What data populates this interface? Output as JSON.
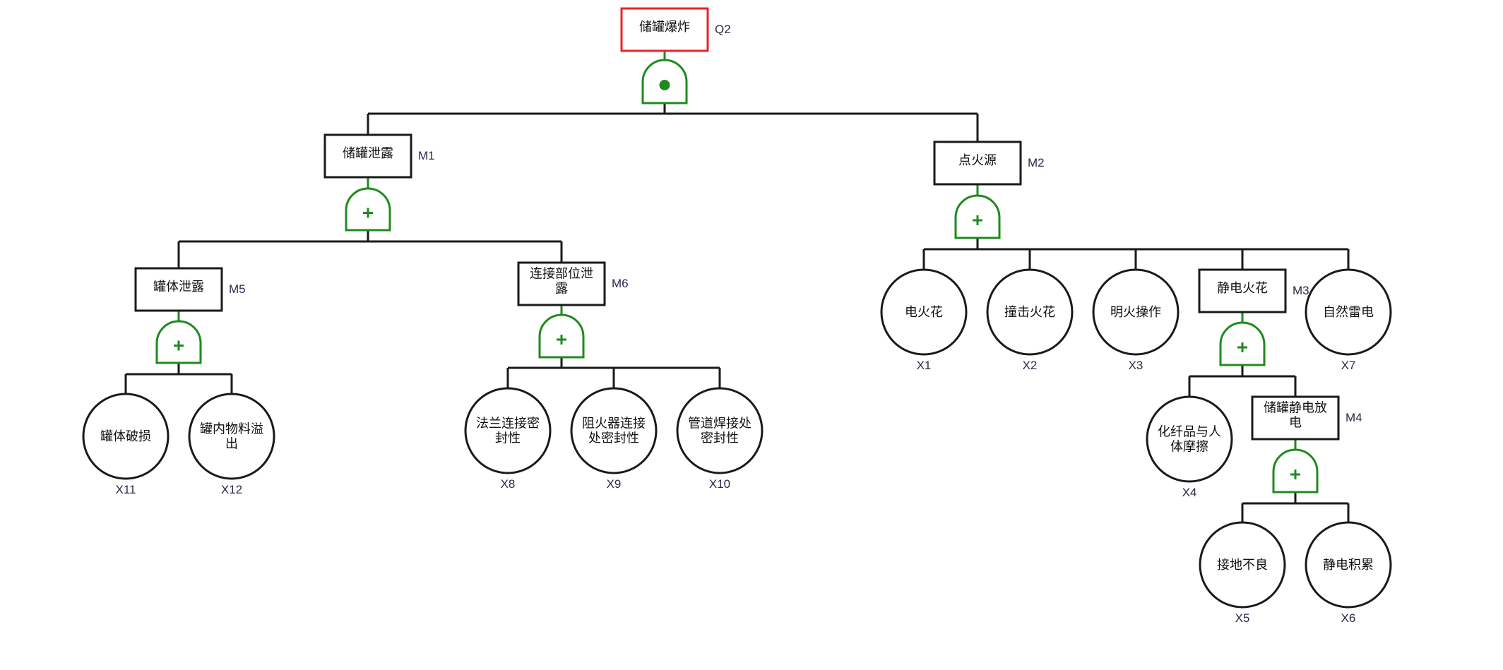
{
  "diagram": {
    "type": "fault-tree",
    "colors": {
      "top_event_border": "#e8232b",
      "gate": "#1f8a1f",
      "line": "#1a1a1a"
    },
    "nodes": {
      "Q2": {
        "id": "Q2",
        "kind": "top",
        "label": [
          "储罐爆炸"
        ],
        "gate": "and",
        "children": [
          "M1",
          "M2"
        ]
      },
      "M1": {
        "id": "M1",
        "kind": "intermediate",
        "label": [
          "储罐泄露"
        ],
        "gate": "or",
        "children": [
          "M5",
          "M6"
        ]
      },
      "M2": {
        "id": "M2",
        "kind": "intermediate",
        "label": [
          "点火源"
        ],
        "gate": "or",
        "children": [
          "X1",
          "X2",
          "X3",
          "M3",
          "X7"
        ]
      },
      "M5": {
        "id": "M5",
        "kind": "intermediate",
        "label": [
          "罐体泄露"
        ],
        "gate": "or",
        "children": [
          "X11",
          "X12"
        ]
      },
      "M6": {
        "id": "M6",
        "kind": "intermediate",
        "label": [
          "连接部位泄",
          "露"
        ],
        "gate": "or",
        "children": [
          "X8",
          "X9",
          "X10"
        ]
      },
      "M3": {
        "id": "M3",
        "kind": "intermediate",
        "label": [
          "静电火花"
        ],
        "gate": "or",
        "children": [
          "X4",
          "M4"
        ]
      },
      "M4": {
        "id": "M4",
        "kind": "intermediate",
        "label": [
          "储罐静电放",
          "电"
        ],
        "gate": "or",
        "children": [
          "X5",
          "X6"
        ]
      },
      "X1": {
        "id": "X1",
        "kind": "basic",
        "label": [
          "电火花"
        ]
      },
      "X2": {
        "id": "X2",
        "kind": "basic",
        "label": [
          "撞击火花"
        ]
      },
      "X3": {
        "id": "X3",
        "kind": "basic",
        "label": [
          "明火操作"
        ]
      },
      "X4": {
        "id": "X4",
        "kind": "basic",
        "label": [
          "化纤品与人",
          "体摩擦"
        ]
      },
      "X5": {
        "id": "X5",
        "kind": "basic",
        "label": [
          "接地不良"
        ]
      },
      "X6": {
        "id": "X6",
        "kind": "basic",
        "label": [
          "静电积累"
        ]
      },
      "X7": {
        "id": "X7",
        "kind": "basic",
        "label": [
          "自然雷电"
        ]
      },
      "X8": {
        "id": "X8",
        "kind": "basic",
        "label": [
          "法兰连接密",
          "封性"
        ]
      },
      "X9": {
        "id": "X9",
        "kind": "basic",
        "label": [
          "阻火器连接",
          "处密封性"
        ]
      },
      "X10": {
        "id": "X10",
        "kind": "basic",
        "label": [
          "管道焊接处",
          "密封性"
        ]
      },
      "X11": {
        "id": "X11",
        "kind": "basic",
        "label": [
          "罐体破损"
        ]
      },
      "X12": {
        "id": "X12",
        "kind": "basic",
        "label": [
          "罐内物料溢",
          "出"
        ]
      }
    },
    "gate_symbols": {
      "and": "dot",
      "or": "+"
    }
  }
}
